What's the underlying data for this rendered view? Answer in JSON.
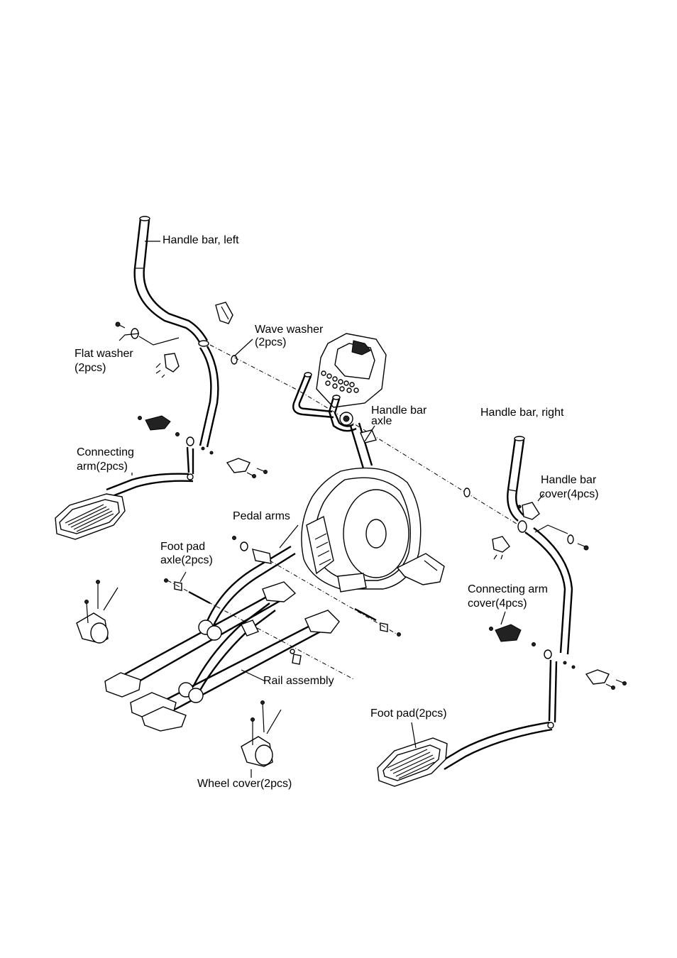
{
  "labels": {
    "handle_bar_left": "Handle bar, left",
    "flat_washer_line1": "Flat washer",
    "flat_washer_line2": "(2pcs)",
    "wave_washer_line1": "Wave washer",
    "wave_washer_line2": "(2pcs)",
    "handle_bar_axle_line1": "Handle bar",
    "handle_bar_axle_line2": "axle",
    "handle_bar_right": "Handle bar, right",
    "handle_bar_cover_line1": "Handle bar",
    "handle_bar_cover_line2": "cover(4pcs)",
    "connecting_arm_line1": "Connecting",
    "connecting_arm_line2": "arm(2pcs)",
    "pedal_arms": "Pedal arms",
    "foot_pad_axle_line1": "Foot pad",
    "foot_pad_axle_line2": "axle(2pcs)",
    "connecting_arm_cover_line1": "Connecting arm",
    "connecting_arm_cover_line2": "cover(4pcs)",
    "rail_assembly": "Rail assembly",
    "foot_pad": "Foot pad(2pcs)",
    "wheel_cover": "Wheel cover(2pcs)"
  }
}
